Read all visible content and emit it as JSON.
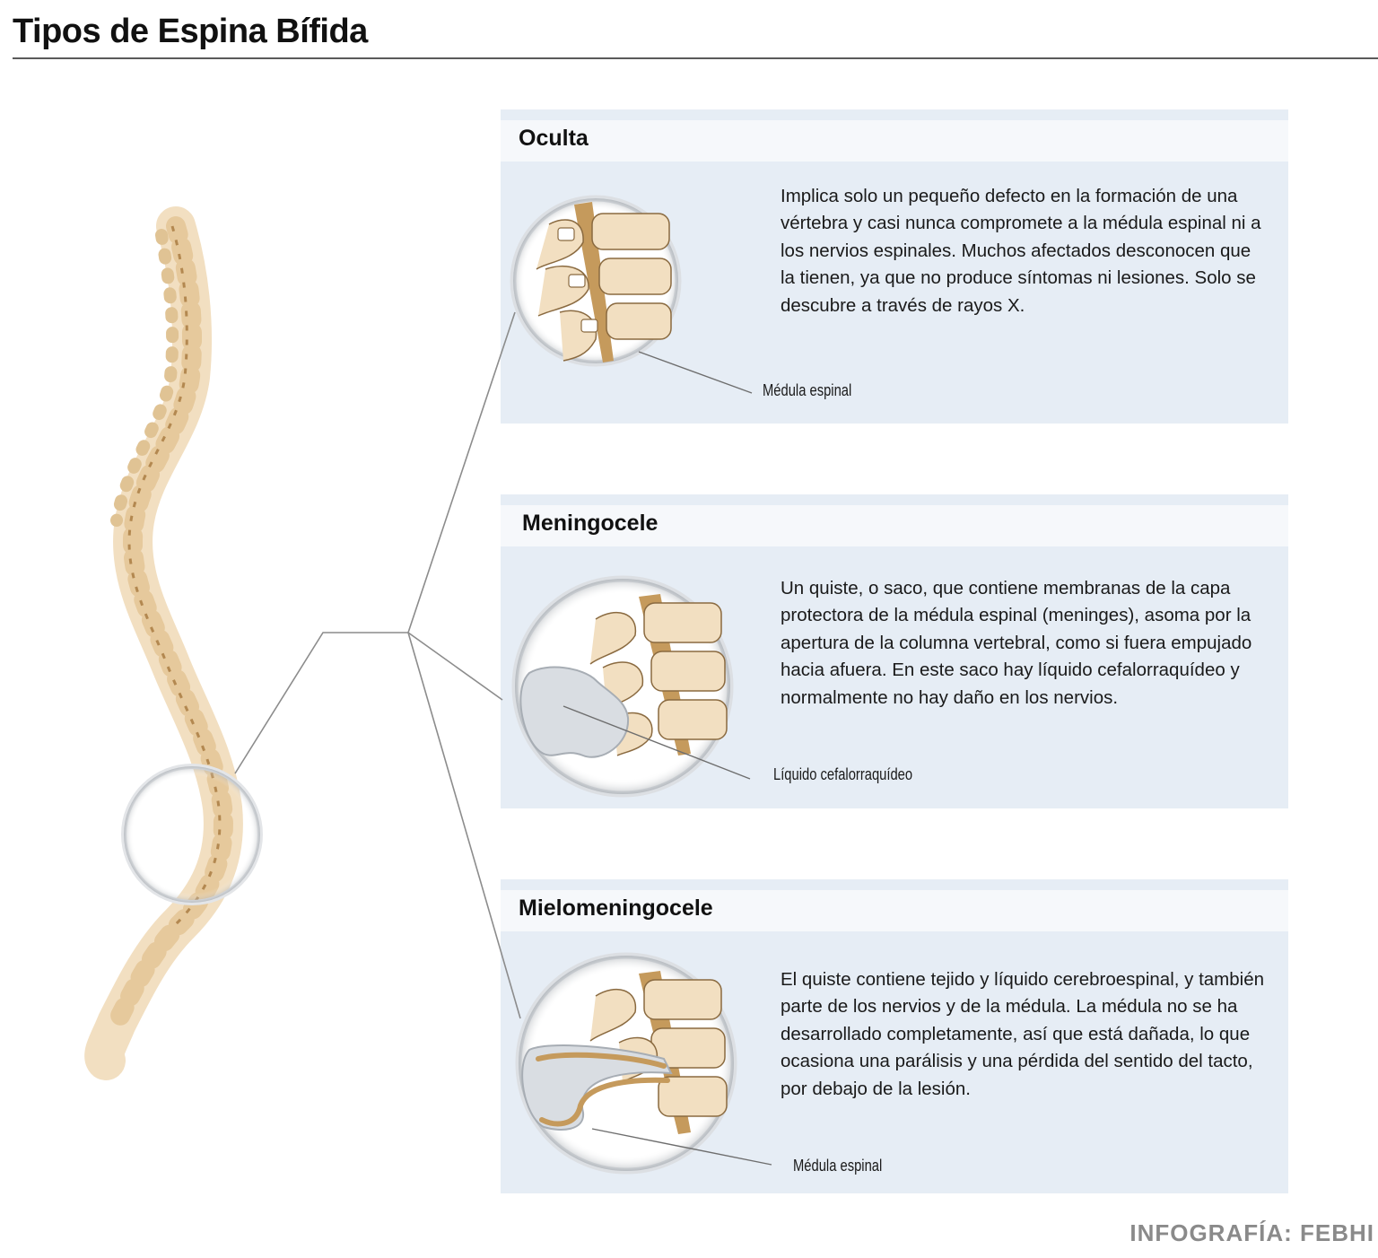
{
  "header": {
    "title": "Tipos de Espina Bífida"
  },
  "panels": [
    {
      "title": "Oculta",
      "description": "Implica solo un pequeño defecto en la formación de una vértebra y casi nunca compromete a la médula espinal ni a los nervios espinales.  Muchos afectados desconocen que la tienen, ya que no produce síntomas ni lesiones. Solo se descubre a través de rayos X.",
      "callout": "Médula espinal"
    },
    {
      "title": "Meningocele",
      "description": "Un quiste, o saco, que contiene membranas de la capa protectora de la médula espinal (meninges), asoma por la apertura de la columna vertebral, como si fuera empujado hacia afuera. En este saco hay líquido cefalorraquídeo y normalmente no hay daño en los nervios.",
      "callout": "Líquido cefalorraquídeo"
    },
    {
      "title": "Mielomeningocele",
      "description": "El quiste contiene tejido y líquido cerebroespinal, y también parte de los nervios y de la médula. La médula no se ha desarrollado completamente, así que está dañada, lo que ocasiona una parálisis y una pérdida del sentido del tacto, por debajo de la lesión.",
      "callout": "Médula espinal"
    }
  ],
  "footer": {
    "credit": "INFOGRAFÍA: FEBHI"
  },
  "colors": {
    "bone": "#f2dfc1",
    "bone_shadow": "#d9b98a",
    "cord": "#c59a5c",
    "panel_bg": "#e6edf5",
    "sac": "#d9dde2"
  }
}
